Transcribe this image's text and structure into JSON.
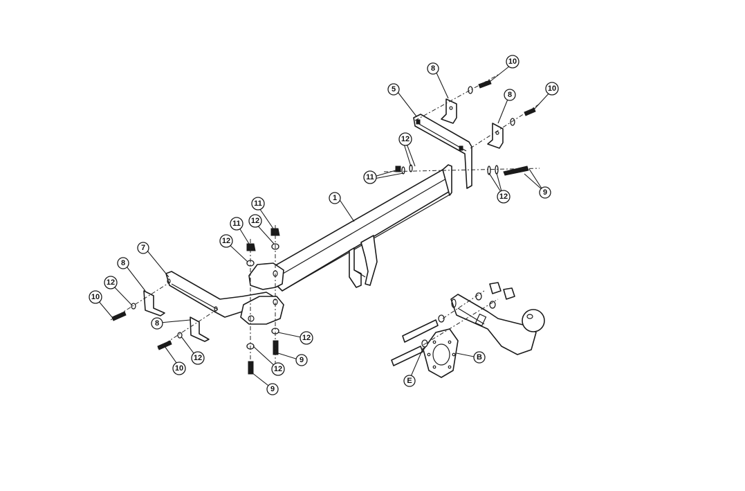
{
  "callouts": {
    "c1": "1",
    "c5": "5",
    "c7": "7",
    "c8": "8",
    "c9": "9",
    "c10": "10",
    "c11": "11",
    "c12": "12",
    "cB": "B",
    "cE": "E"
  }
}
